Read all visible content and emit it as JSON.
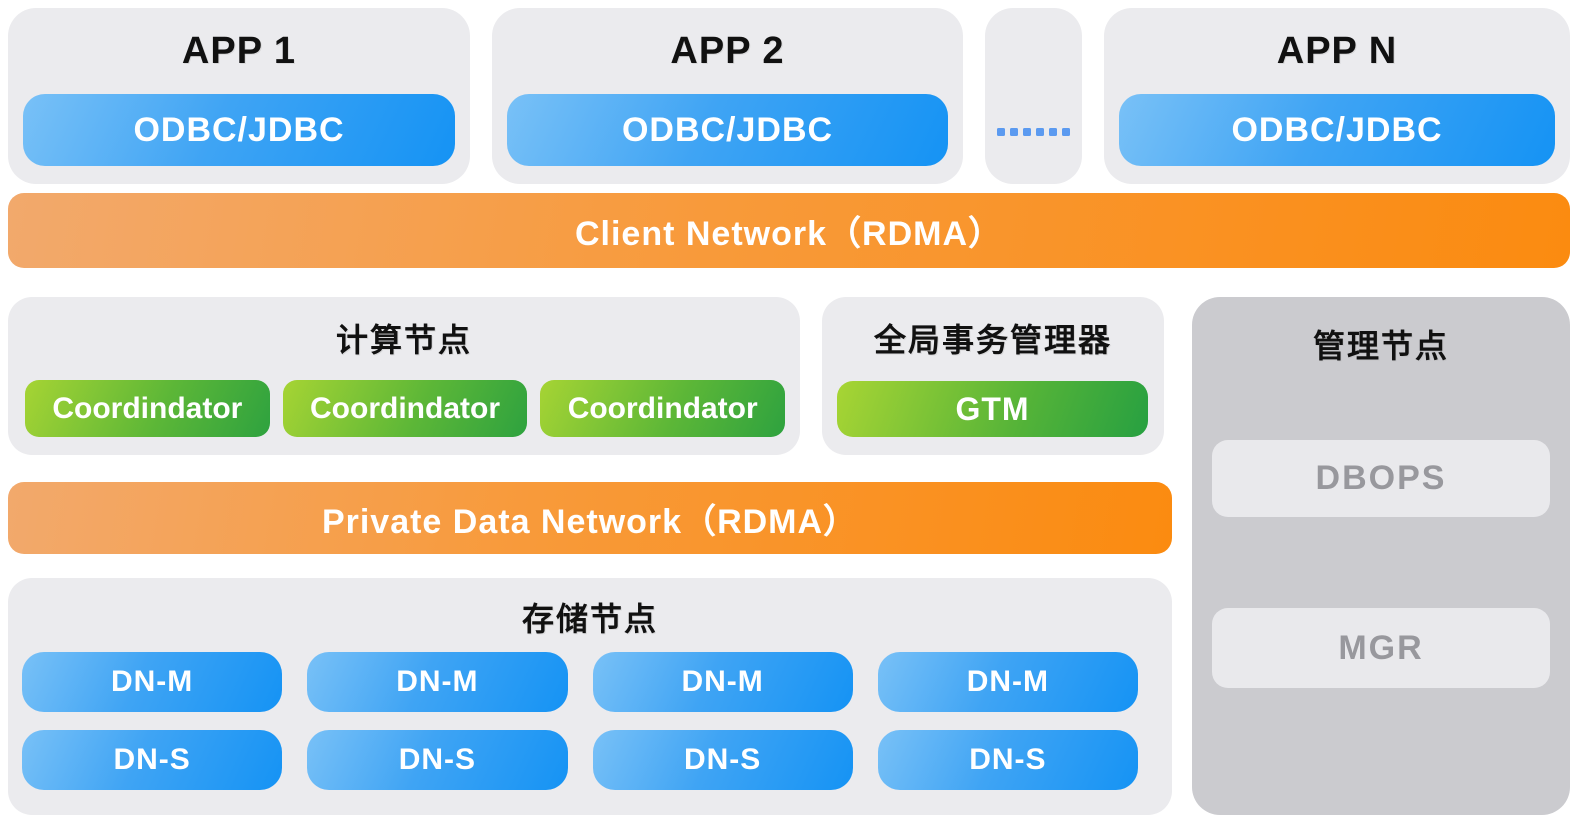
{
  "colors": {
    "card_bg": "#ebebee",
    "mgmt_card_bg": "#cbcbcf",
    "gray_button_bg": "#e9e9ec",
    "gray_button_text": "#98989d",
    "blue_gradient_start": "#79c1f7",
    "blue_gradient_end": "#1593f4",
    "green_gradient_start": "#a6d434",
    "green_gradient_end": "#2ea23f",
    "orange_gradient_start": "#f2a96c",
    "orange_gradient_end": "#fb8b10",
    "dots_blue": "#5b9af0",
    "title_text": "#111111",
    "button_text": "#ffffff"
  },
  "apps": {
    "cards": [
      {
        "title": "APP 1",
        "button": "ODBC/JDBC"
      },
      {
        "title": "APP 2",
        "button": "ODBC/JDBC"
      },
      {
        "title": "APP N",
        "button": "ODBC/JDBC"
      }
    ],
    "ellipsis": {
      "icon": "ellipsis-dots-icon",
      "count": 6
    }
  },
  "client_network": {
    "label": "Client Network（RDMA）"
  },
  "compute": {
    "title": "计算节点",
    "nodes": [
      "Coordindator",
      "Coordindator",
      "Coordindator"
    ]
  },
  "gtm": {
    "title": "全局事务管理器",
    "button": "GTM"
  },
  "management": {
    "title": "管理节点",
    "buttons": [
      "DBOPS",
      "MGR"
    ]
  },
  "private_network": {
    "label": "Private Data Network（RDMA）"
  },
  "storage": {
    "title": "存储节点",
    "rows": [
      [
        "DN-M",
        "DN-M",
        "DN-M",
        "DN-M"
      ],
      [
        "DN-S",
        "DN-S",
        "DN-S",
        "DN-S"
      ]
    ]
  }
}
